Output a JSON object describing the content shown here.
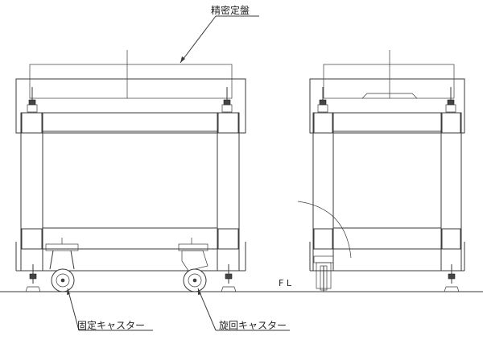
{
  "labels": {
    "surface_plate": "精密定盤",
    "fixed_caster": "固定キャスター",
    "swivel_caster": "旋回キャスター",
    "floor_level": "F L"
  }
}
